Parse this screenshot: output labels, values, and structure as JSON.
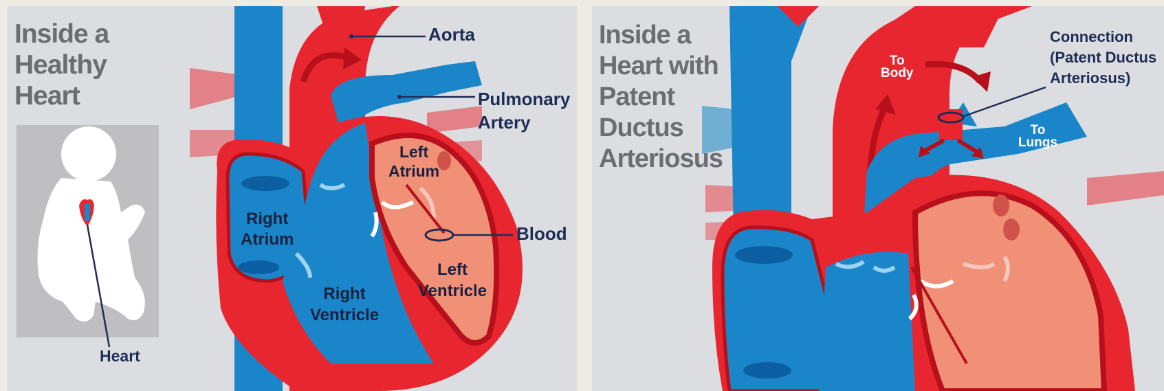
{
  "left": {
    "title_lines": [
      "Inside a",
      "Healthy",
      "Heart"
    ],
    "labels": {
      "aorta": "Aorta",
      "pulmonary_artery": [
        "Pulmonary",
        "Artery"
      ],
      "left_atrium": [
        "Left",
        "Atrium"
      ],
      "right_atrium": [
        "Right",
        "Atrium"
      ],
      "blood": "Blood",
      "left_ventricle": [
        "Left",
        "Ventricle"
      ],
      "right_ventricle": [
        "Right",
        "Ventricle"
      ],
      "heart": "Heart"
    }
  },
  "right": {
    "title_lines": [
      "Inside a",
      "Heart with",
      "Patent",
      "Ductus",
      "Arteriosus"
    ],
    "labels": {
      "connection": [
        "Connection",
        "(Patent Ductus",
        "Arteriosus)"
      ],
      "to_body": [
        "To",
        "Body"
      ],
      "to_lungs": [
        "To",
        "Lungs"
      ]
    }
  },
  "colors": {
    "oxygen_poor_blue": "#1a86c9",
    "oxygen_rich_red": "#e8262f",
    "muscle_pink": "#f09077",
    "label_navy": "#1f2d56",
    "title_gray": "#6c6d72"
  }
}
